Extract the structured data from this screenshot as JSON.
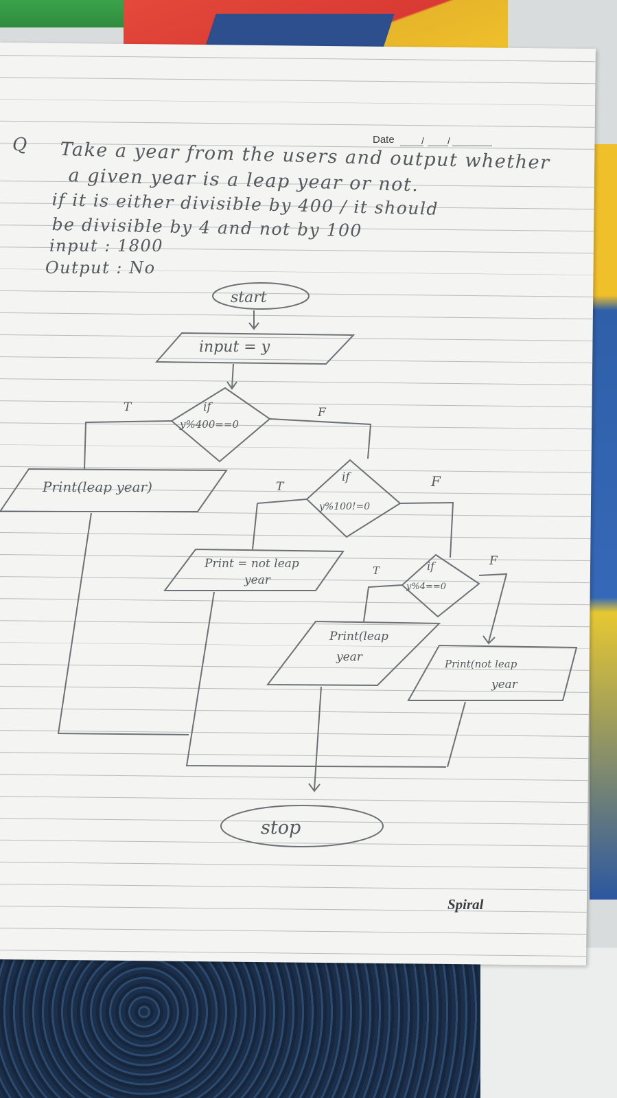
{
  "page": {
    "date_label": "Date",
    "date_separators": "/   /",
    "brand": "Spiral"
  },
  "question": {
    "marker": "Q",
    "lines": [
      "Take a year from the users and output whether",
      "a given year is a leap year or not.",
      "if it is either divisible by 400 / it should",
      "be divisible by 4 and not by 100",
      "input : 1800",
      "Output : No"
    ]
  },
  "flowchart": {
    "start": "start",
    "input": "input = y",
    "decision1": {
      "line1": "if",
      "line2": "y%400==0",
      "true_label": "T",
      "false_label": "F"
    },
    "output1": "Print(leap year)",
    "decision2": {
      "line1": "if",
      "line2": "y%100!=0",
      "true_label": "T",
      "false_label": "F"
    },
    "output2": {
      "line1": "Print = not leap",
      "line2": "year"
    },
    "decision3": {
      "line1": "if",
      "line2": "y%4==0",
      "true_label": "T",
      "false_label": "F"
    },
    "output3": {
      "line1": "Print(leap",
      "line2": "year"
    },
    "output4": {
      "line1": "Print(not leap",
      "line2": "year"
    },
    "stop": "stop"
  }
}
